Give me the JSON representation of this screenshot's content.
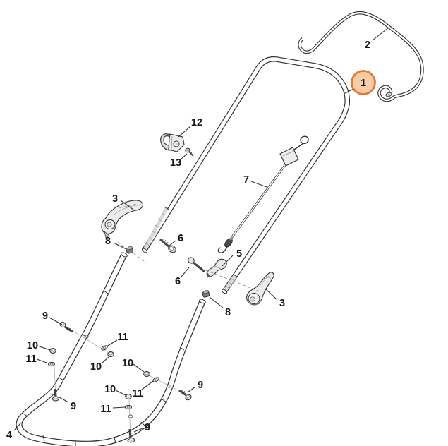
{
  "page": {
    "background": "#ffffff"
  },
  "diagram": {
    "type": "exploded-parts-diagram",
    "highlighted_callout": "1",
    "colors": {
      "line": "#2e2e2e",
      "accent_stroke": "#e07b39",
      "accent_fill": "#f8cda6"
    },
    "callouts": [
      {
        "id": "1",
        "text": "1",
        "highlighted": true
      },
      {
        "id": "2",
        "text": "2"
      },
      {
        "id": "3a",
        "text": "3"
      },
      {
        "id": "3b",
        "text": "3"
      },
      {
        "id": "4",
        "text": "4"
      },
      {
        "id": "5",
        "text": "5"
      },
      {
        "id": "6a",
        "text": "6"
      },
      {
        "id": "6b",
        "text": "6"
      },
      {
        "id": "7",
        "text": "7"
      },
      {
        "id": "8a",
        "text": "8"
      },
      {
        "id": "8b",
        "text": "8"
      },
      {
        "id": "9a",
        "text": "9"
      },
      {
        "id": "9b",
        "text": "9"
      },
      {
        "id": "9c",
        "text": "9"
      },
      {
        "id": "9d",
        "text": "9"
      },
      {
        "id": "10a",
        "text": "10"
      },
      {
        "id": "10b",
        "text": "10"
      },
      {
        "id": "10c",
        "text": "10"
      },
      {
        "id": "10d",
        "text": "10"
      },
      {
        "id": "11a",
        "text": "11"
      },
      {
        "id": "11b",
        "text": "11"
      },
      {
        "id": "11c",
        "text": "11"
      },
      {
        "id": "11d",
        "text": "11"
      },
      {
        "id": "12",
        "text": "12"
      },
      {
        "id": "13",
        "text": "13"
      }
    ]
  }
}
